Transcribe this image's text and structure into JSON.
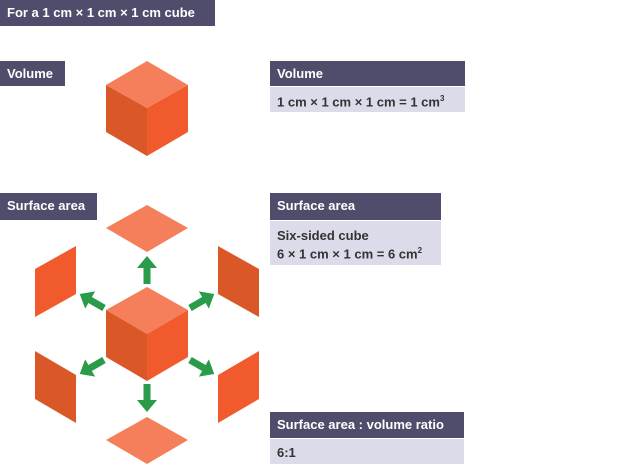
{
  "title": "For a 1 cm × 1 cm × 1 cm cube",
  "volume": {
    "label": "Volume",
    "panel_title": "Volume",
    "formula": "1 cm × 1 cm × 1 cm = 1 cm",
    "formula_sup": "3"
  },
  "surface": {
    "label": "Surface area",
    "panel_title": "Surface area",
    "line1": "Six-sided cube",
    "line2": "6 × 1 cm × 1 cm = 6 cm",
    "line2_sup": "2"
  },
  "ratio": {
    "panel_title": "Surface area : volume ratio",
    "value": "6:1"
  },
  "colors": {
    "header": "#4f4d6b",
    "panel": "#dcdbe9",
    "cube_top": "#f47f5a",
    "cube_left": "#da5828",
    "cube_right": "#f05a2c",
    "arrow": "#2a9b48"
  }
}
